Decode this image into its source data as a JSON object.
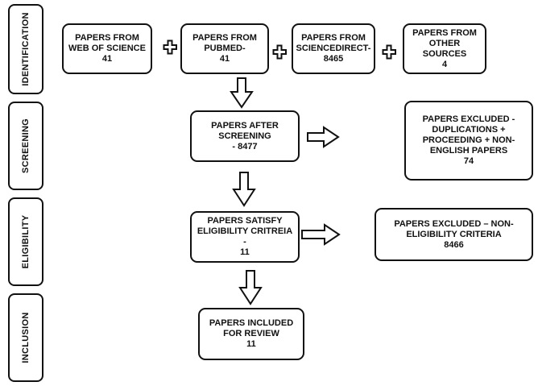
{
  "stages": {
    "identification": "IDENTIFICATION",
    "screening": "SCREENING",
    "eligibility": "ELIGIBILITY",
    "inclusion": "INCLUSION"
  },
  "sources": {
    "wos": {
      "line1": "PAPERS FROM",
      "line2": "WEB OF SCIENCE",
      "count": "41"
    },
    "pubmed": {
      "line1": "PAPERS FROM",
      "line2": "PUBMED-",
      "count": "41"
    },
    "sciencedirect": {
      "line1": "PAPERS FROM",
      "line2": "SCIENCEDIRECT-",
      "count": "8465"
    },
    "other": {
      "line1": "PAPERS FROM",
      "line2": "OTHER SOURCES",
      "count": "4"
    }
  },
  "screening": {
    "line1": "PAPERS AFTER",
    "line2": "SCREENING",
    "count": "- 8477"
  },
  "excluded_screening": {
    "line1": "PAPERS EXCLUDED -",
    "line2": "DUPLICATIONS +",
    "line3": "PROCEEDING + NON-",
    "line4": "ENGLISH PAPERS",
    "count": "74"
  },
  "eligibility": {
    "line1": "PAPERS SATISFY",
    "line2": "ELIGIBILITY CRITREIA -",
    "count": "11"
  },
  "excluded_eligibility": {
    "line1": "PAPERS EXCLUDED – NON-",
    "line2": "ELIGIBILITY CRITERIA",
    "count": "8466"
  },
  "inclusion": {
    "line1": "PAPERS INCLUDED",
    "line2": "FOR REVIEW",
    "count": "11"
  }
}
